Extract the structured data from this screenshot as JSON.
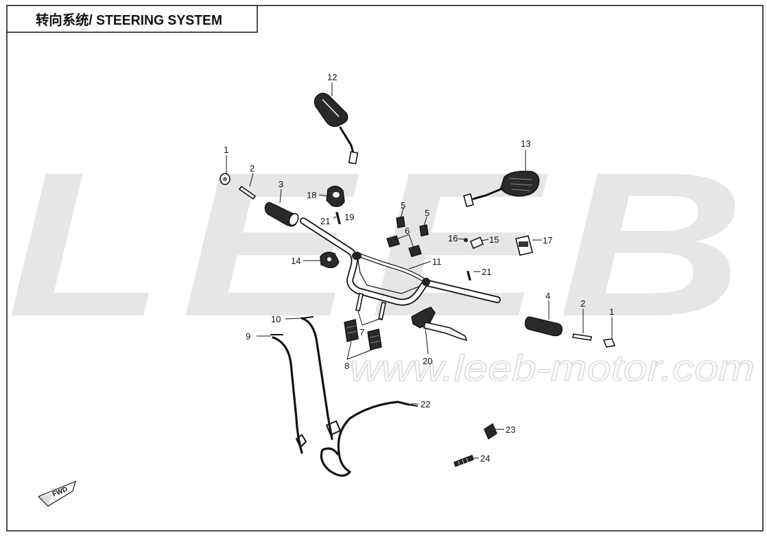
{
  "title": "转向系统/ STEERING SYSTEM",
  "watermark": {
    "brand": "LEEB",
    "url": "www.leeb-motor.com"
  },
  "fwd_label": "FWD",
  "callouts": {
    "c1a": "1",
    "c1b": "1",
    "c2a": "2",
    "c2b": "2",
    "c3": "3",
    "c4": "4",
    "c5a": "5",
    "c5b": "5",
    "c6": "6",
    "c7": "7",
    "c8": "8",
    "c9": "9",
    "c10": "10",
    "c11": "11",
    "c12": "12",
    "c13": "13",
    "c14": "14",
    "c15": "15",
    "c16": "16",
    "c17": "17",
    "c18": "18",
    "c19": "19",
    "c20": "20",
    "c21a": "21",
    "c21b": "21",
    "c22": "22",
    "c23": "23",
    "c24": "24"
  },
  "colors": {
    "line": "#111111",
    "watermark": "#e6e6e6"
  }
}
